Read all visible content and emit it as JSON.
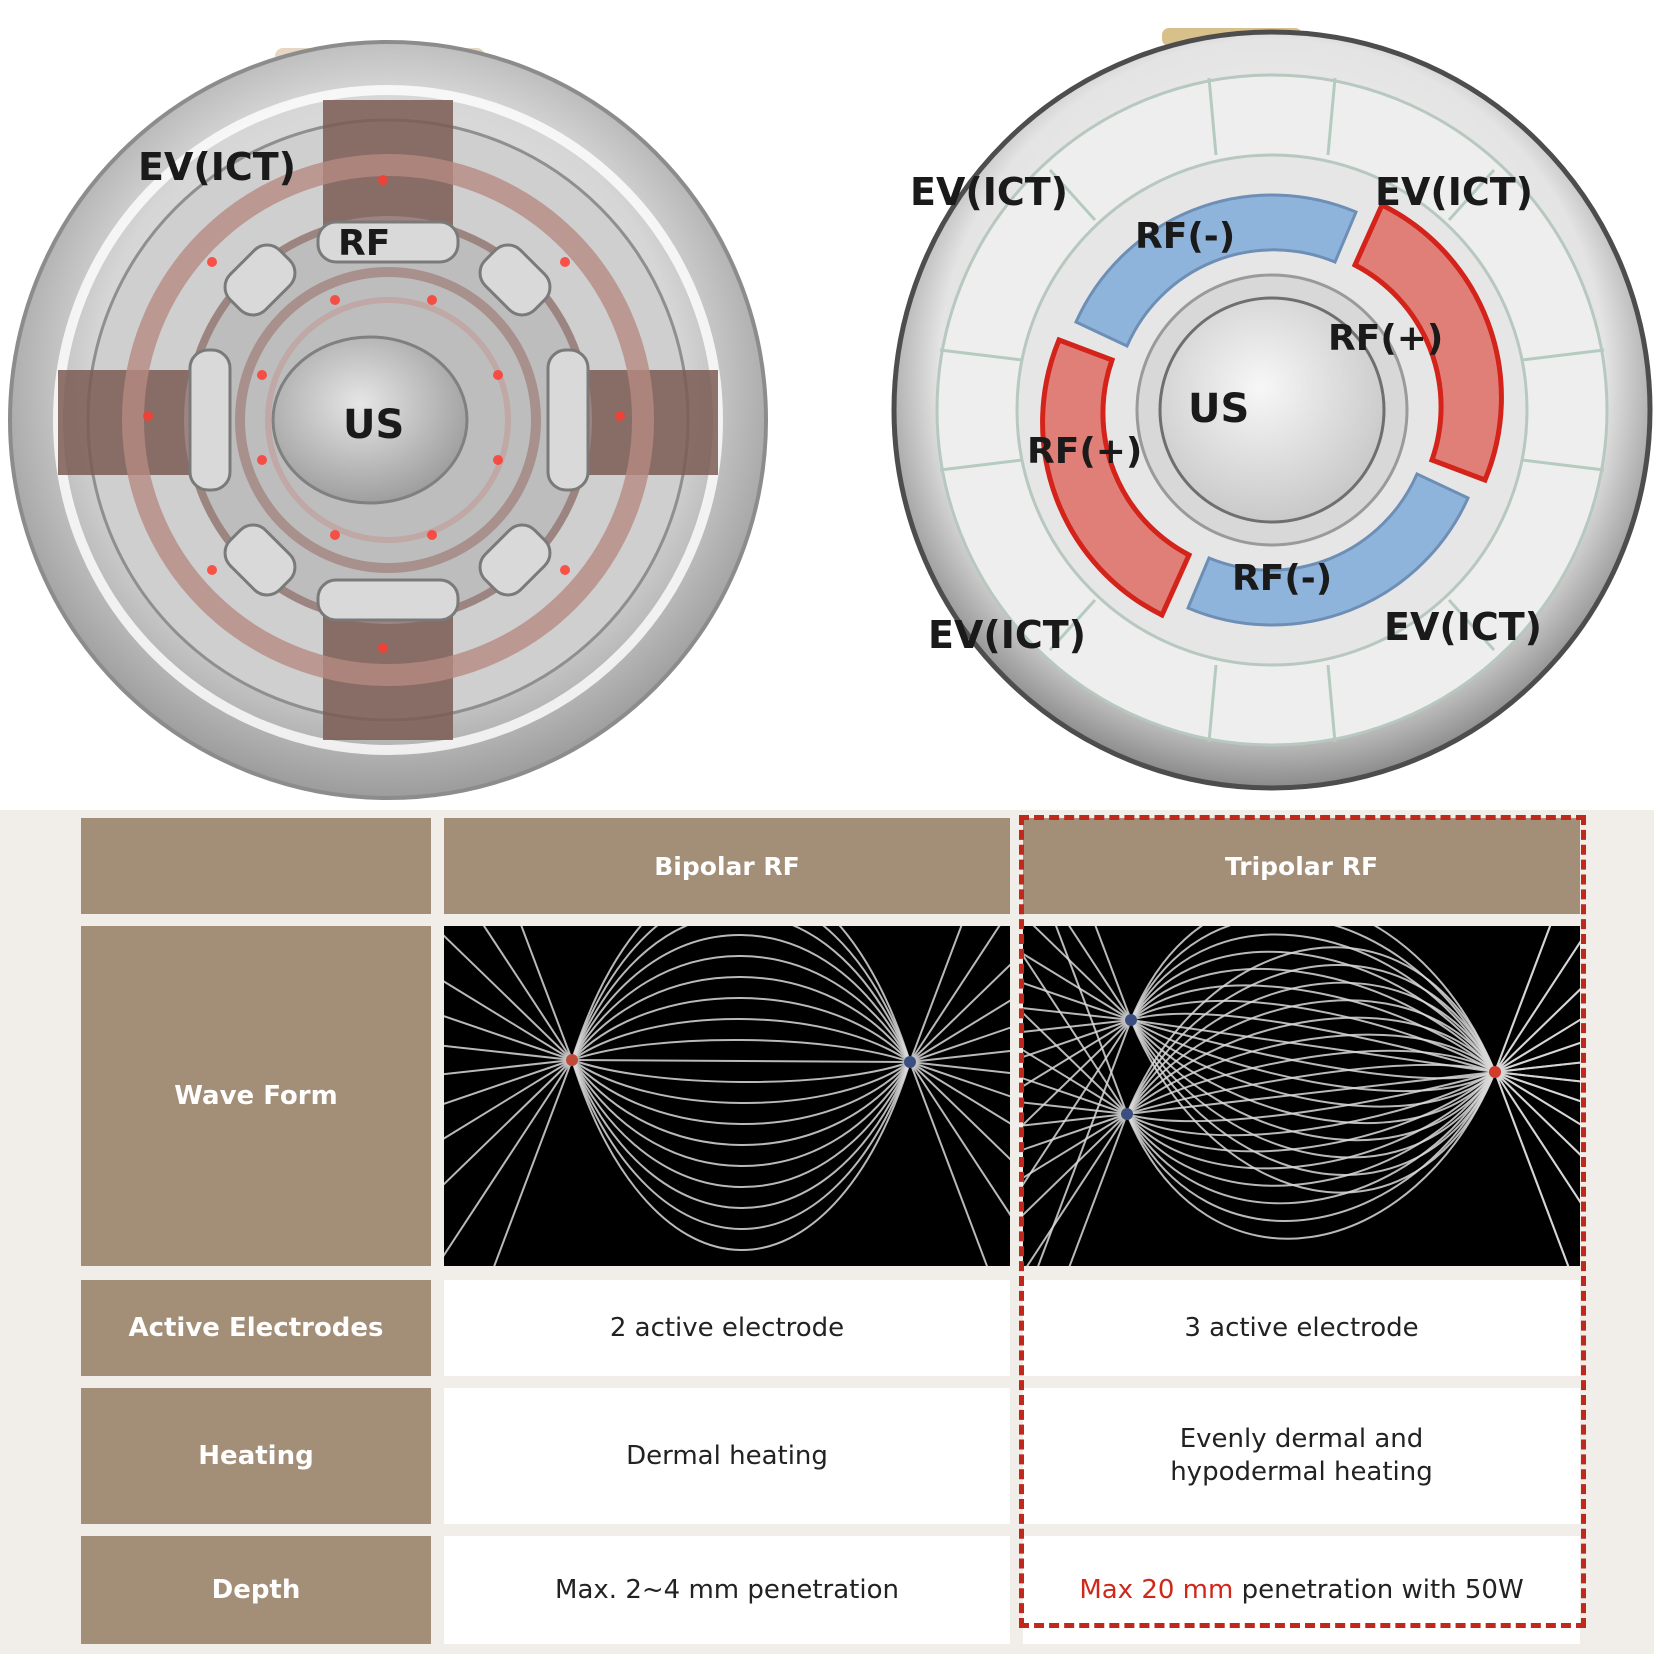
{
  "device_left": {
    "labels": {
      "ev": "EV(ICT)",
      "rf": "RF",
      "us": "US"
    }
  },
  "device_right": {
    "labels": {
      "ev_tl": "EV(ICT)",
      "ev_tr": "EV(ICT)",
      "ev_bl": "EV(ICT)",
      "ev_br": "EV(ICT)",
      "rf_neg_top": "RF(-)",
      "rf_neg_bottom": "RF(-)",
      "rf_pos_right": "RF(+)",
      "rf_pos_left": "RF(+)",
      "us": "US"
    }
  },
  "table": {
    "columns": [
      "",
      "Bipolar RF",
      "Tripolar RF"
    ],
    "rows": [
      {
        "label": "Wave Form"
      },
      {
        "label": "Active Electrodes",
        "bipolar": "2 active electrode",
        "tripolar": "3 active electrode"
      },
      {
        "label": "Heating",
        "bipolar": "Dermal heating",
        "tripolar_line1": "Evenly dermal and",
        "tripolar_line2": "hypodermal heating"
      },
      {
        "label": "Depth",
        "bipolar": "Max. 2~4 mm penetration",
        "tripolar_highlight": "Max 20 mm",
        "tripolar_rest": " penetration with 50W"
      }
    ],
    "colors": {
      "header_bg": "#a38e78",
      "highlight": "#d0271b",
      "dash": "#c0281c"
    }
  }
}
